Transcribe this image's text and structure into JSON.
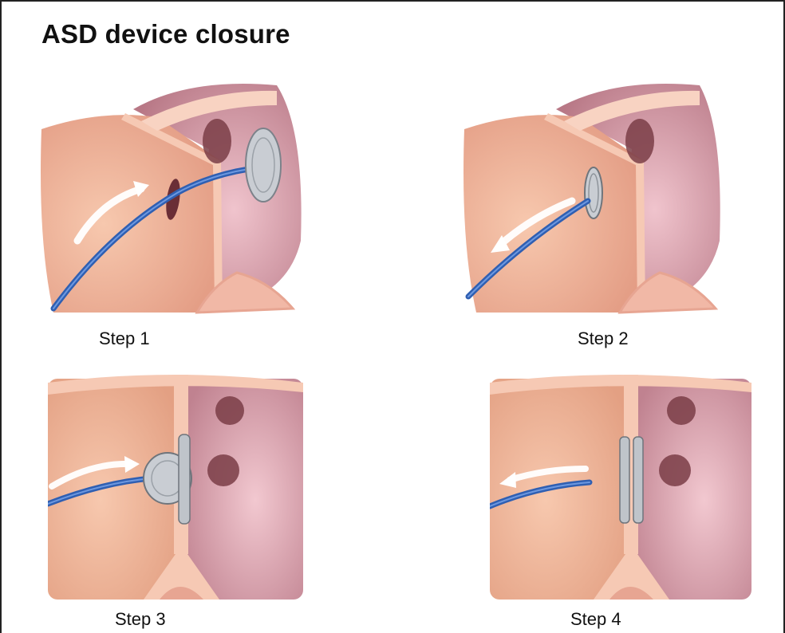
{
  "title": "ASD device closure",
  "steps": [
    {
      "label": "Step 1"
    },
    {
      "label": "Step 2"
    },
    {
      "label": "Step 3"
    },
    {
      "label": "Step 4"
    }
  ],
  "colors": {
    "left_atrium": "#f2b59a",
    "right_atrium": "#d9a3ad",
    "septum": "#f6c9b4",
    "catheter": "#3b6fc8",
    "device": "#c9cdd3",
    "arrow": "#ffffff"
  }
}
